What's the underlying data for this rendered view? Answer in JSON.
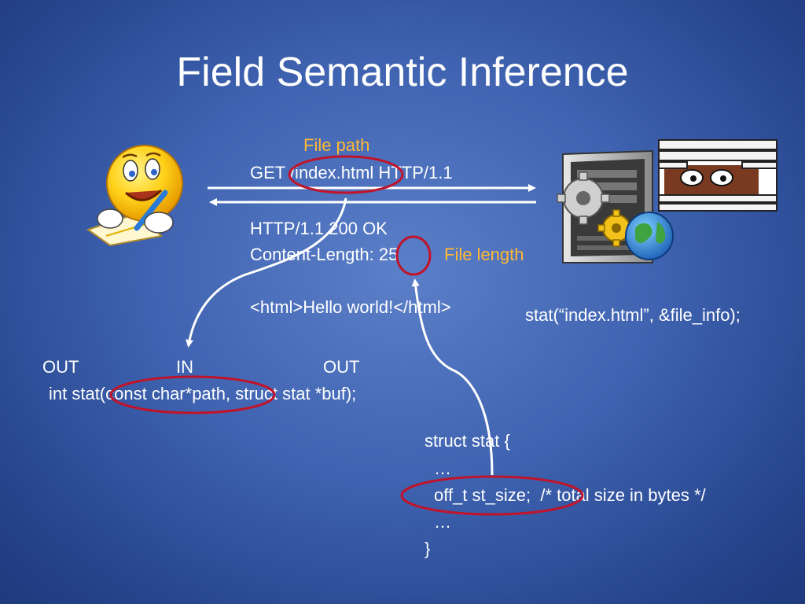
{
  "slide": {
    "title": "Field Semantic Inference",
    "labels": {
      "file_path": "File path",
      "file_length": "File length"
    },
    "request": {
      "line1": "GET /index.html HTTP/1.1"
    },
    "response": {
      "line1": "HTTP/1.1 200 OK",
      "line2": "Content-Length: 25",
      "line3": "<html>Hello world!</html>"
    },
    "server_call": "stat(“index.html”, &file_info);",
    "signature": {
      "out1": "OUT",
      "in": "IN",
      "out2": "OUT",
      "decl": "int stat(const char*path, struct stat *buf);"
    },
    "struct_def": {
      "line1": "struct stat {",
      "line2": "…",
      "line3": "off_t st_size;  /* total size in bytes */",
      "line4": "…",
      "line5": "}"
    },
    "colors": {
      "accent": "#ffb833",
      "circle": "#c0142a"
    },
    "icons": [
      "smiley-writing-icon",
      "server-gears-globe-icon",
      "spy-peeking-icon"
    ]
  }
}
